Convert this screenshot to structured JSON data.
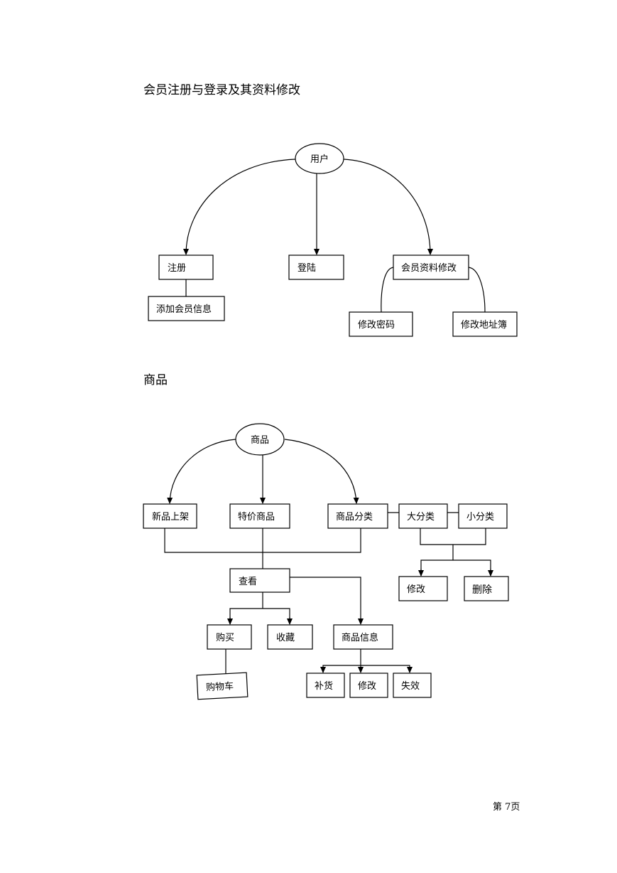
{
  "section1": {
    "title": "会员注册与登录及其资料修改",
    "nodes": {
      "user": "用户",
      "register": "注册",
      "login": "登陆",
      "member_info_edit": "会员资料修改",
      "add_member_info": "添加会员信息",
      "change_password": "修改密码",
      "edit_address_book": "修改地址簿"
    }
  },
  "section2": {
    "title": "商品",
    "nodes": {
      "product": "商品",
      "new_arrivals": "新品上架",
      "special_products": "特价商品",
      "product_category": "商品分类",
      "major_category": "大分类",
      "minor_category": "小分类",
      "cat_edit": "修改",
      "cat_delete": "删除",
      "view": "查看",
      "buy": "购买",
      "favorite": "收藏",
      "product_info": "商品信息",
      "shopping_cart": "购物车",
      "restock": "补货",
      "info_edit": "修改",
      "invalidate": "失效"
    }
  },
  "footer": {
    "page": "第 7页"
  }
}
